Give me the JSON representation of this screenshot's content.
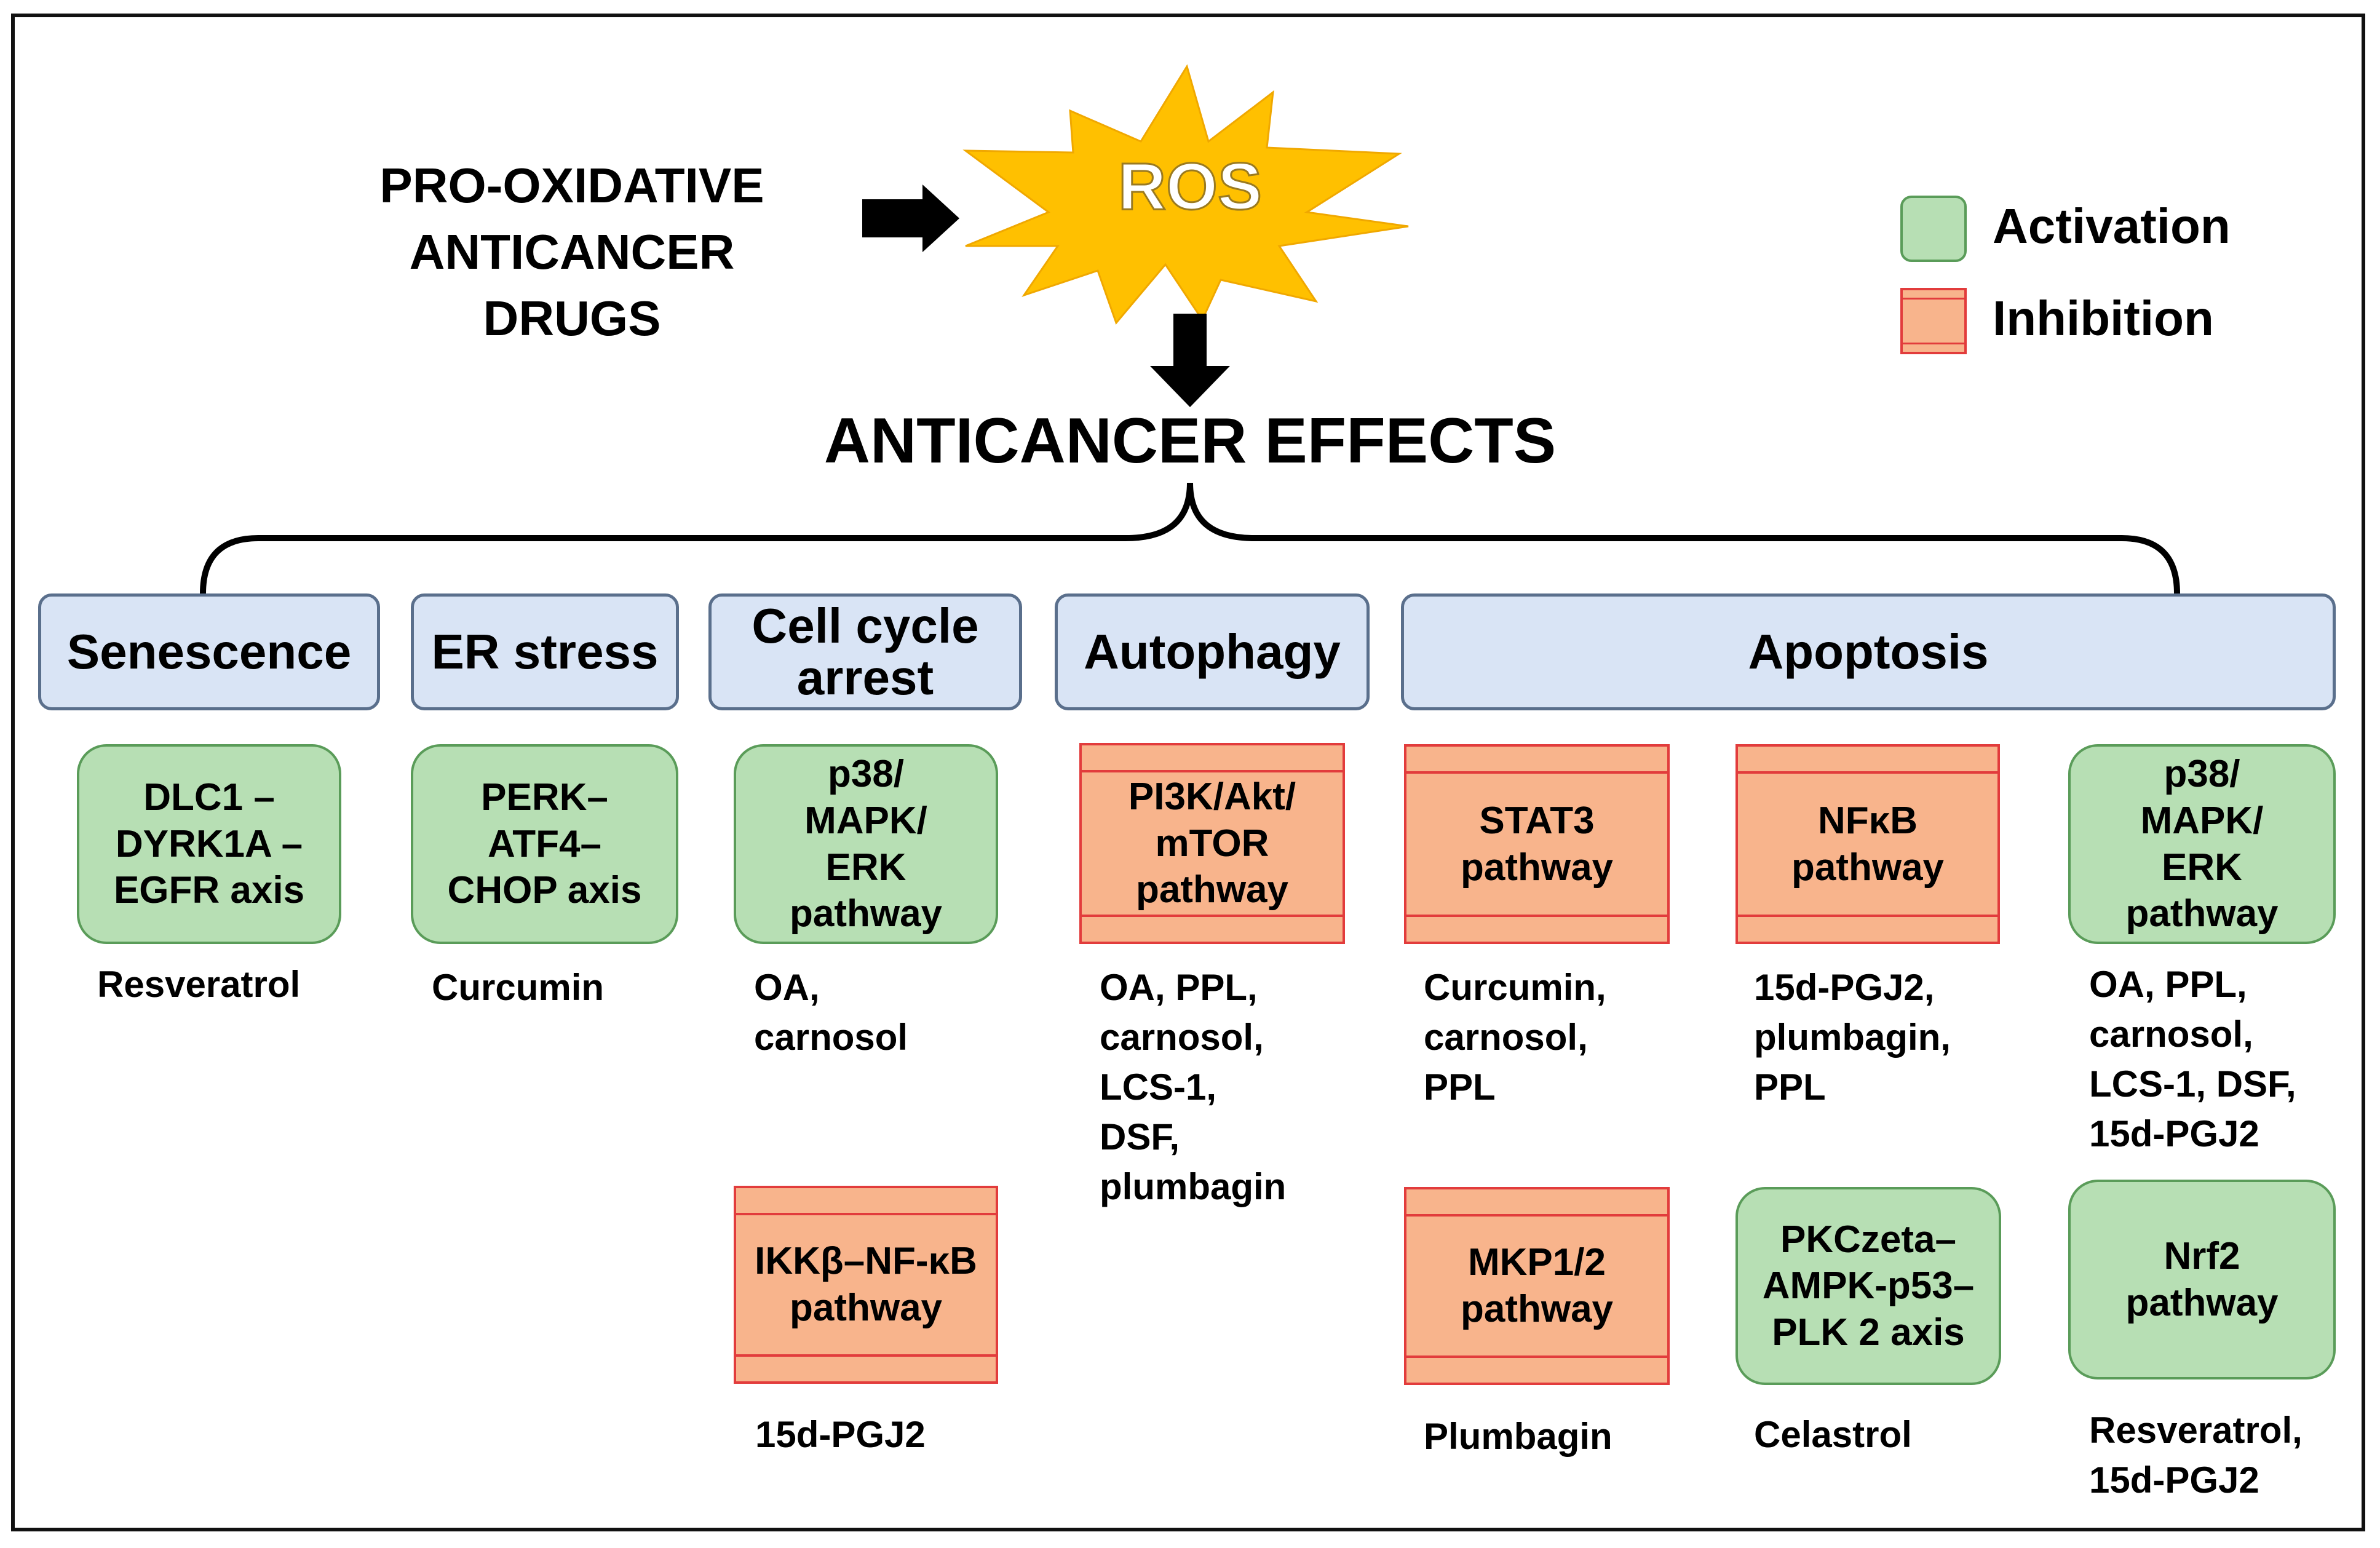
{
  "drugs_label": [
    "PRO-OXIDATIVE",
    "ANTICANCER DRUGS"
  ],
  "ros_label": "ROS",
  "effects_title": "ANTICANCER EFFECTS",
  "legend": {
    "activation": "Activation",
    "inhibition": "Inhibition"
  },
  "colors": {
    "activation_fill": "#b7dfb4",
    "activation_border": "#5a9c59",
    "inhibition_fill": "#f8b48c",
    "inhibition_border": "#e23c3c",
    "category_fill": "#d9e4f5",
    "category_border": "#5a6f8c",
    "ros_burst": "#ffc000"
  },
  "categories": [
    "Senescence",
    "ER stress",
    "Cell cycle\narrest",
    "Autophagy",
    "Apoptosis"
  ],
  "pathways": [
    {
      "type": "activation",
      "name": "DLC1 –\nDYRK1A –\nEGFR axis",
      "drugs": "Resveratrol"
    },
    {
      "type": "activation",
      "name": "PERK–\nATF4–\nCHOP axis",
      "drugs": "Curcumin"
    },
    {
      "type": "activation",
      "name": "p38/\nMAPK/\nERK\npathway",
      "drugs": "OA,\ncarnosol"
    },
    {
      "type": "inhibition",
      "name": "IKKβ–NF-κB\npathway",
      "drugs": "15d-PGJ2"
    },
    {
      "type": "inhibition",
      "name": "PI3K/Akt/\nmTOR\npathway",
      "drugs": "OA, PPL,\ncarnosol,\nLCS-1,\nDSF,\nplumbagin"
    },
    {
      "type": "inhibition",
      "name": "STAT3\npathway",
      "drugs": "Curcumin,\ncarnosol,\nPPL"
    },
    {
      "type": "inhibition",
      "name": "NFκB\npathway",
      "drugs": "15d-PGJ2,\nplumbagin,\nPPL"
    },
    {
      "type": "activation",
      "name": "p38/\nMAPK/\nERK\npathway",
      "drugs": "OA, PPL,\ncarnosol,\nLCS-1, DSF,\n15d-PGJ2"
    },
    {
      "type": "inhibition",
      "name": "MKP1/2\npathway",
      "drugs": "Plumbagin"
    },
    {
      "type": "activation",
      "name": "PKCzeta–\nAMPK-p53–\nPLK 2 axis",
      "drugs": "Celastrol"
    },
    {
      "type": "activation",
      "name": "Nrf2\npathway",
      "drugs": "Resveratrol,\n15d-PGJ2"
    }
  ]
}
